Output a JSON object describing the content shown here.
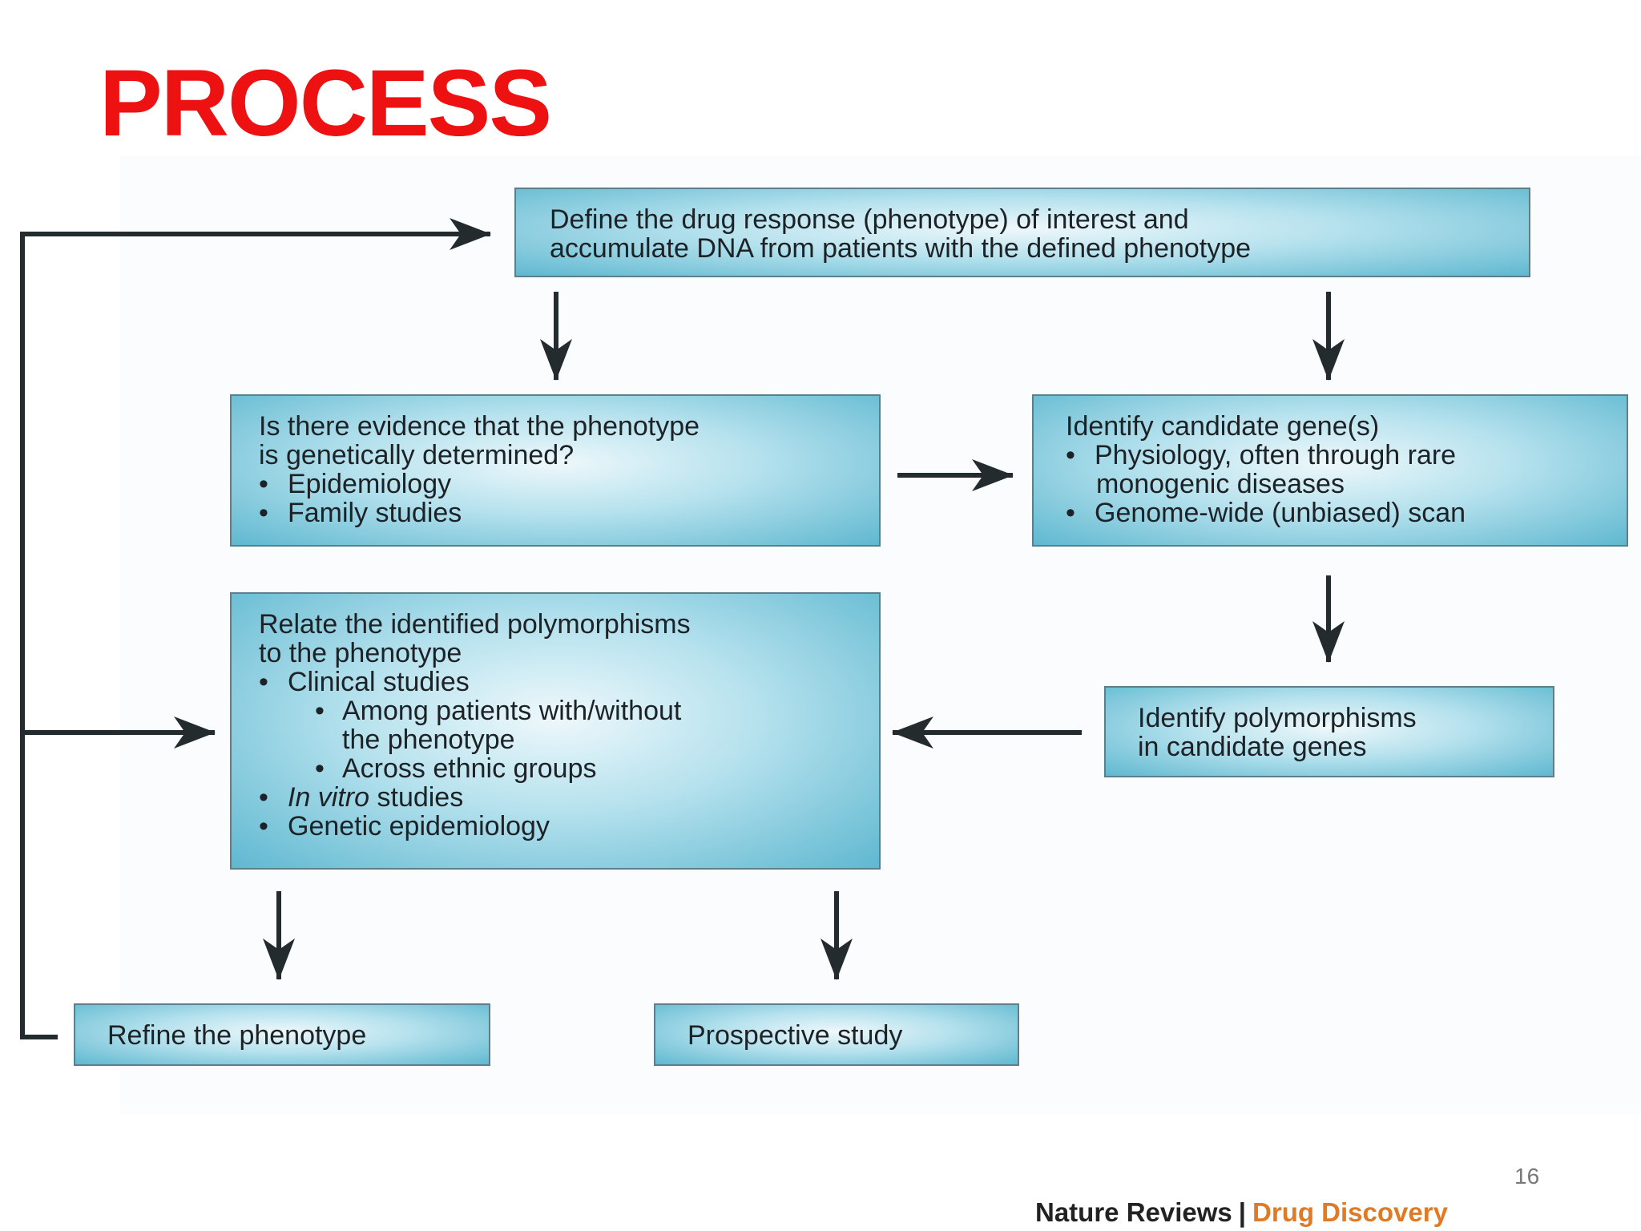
{
  "slide": {
    "title": "PROCESS",
    "page_number": "16"
  },
  "figure": {
    "boxes": {
      "define": {
        "lines": [
          "Define the drug response (phenotype) of interest and",
          "accumulate DNA from patients with the defined phenotype"
        ]
      },
      "evidence": {
        "heading": [
          "Is there evidence that the phenotype",
          "is genetically determined?"
        ],
        "bullets": [
          "Epidemiology",
          "Family studies"
        ]
      },
      "candidate": {
        "heading": "Identify candidate gene(s)",
        "bullet1": [
          "Physiology, often through rare",
          "monogenic diseases"
        ],
        "bullet2": "Genome-wide (unbiased) scan"
      },
      "relate": {
        "heading": [
          "Relate the identified polymorphisms",
          "to the phenotype"
        ],
        "bullet_clinical": "Clinical studies",
        "sub_bullet1": [
          "Among patients with/without",
          "the phenotype"
        ],
        "sub_bullet2": "Across ethnic groups",
        "bullet_invitro_italic": "In vitro",
        "bullet_invitro_rest": " studies",
        "bullet_genetic": "Genetic epidemiology"
      },
      "polymorphisms": {
        "lines": [
          "Identify polymorphisms",
          "in candidate genes"
        ]
      },
      "refine": {
        "label": "Refine the phenotype"
      },
      "prospective": {
        "label": "Prospective study"
      }
    },
    "credit": {
      "journal": "Nature Reviews",
      "separator": "|",
      "section": "Drug Discovery"
    },
    "colors": {
      "title": "#ee1111",
      "box_fill": "#5fb8d0",
      "box_border": "#5d7f8c",
      "arrow": "#232b2f",
      "credit_section": "#e07a24"
    }
  }
}
